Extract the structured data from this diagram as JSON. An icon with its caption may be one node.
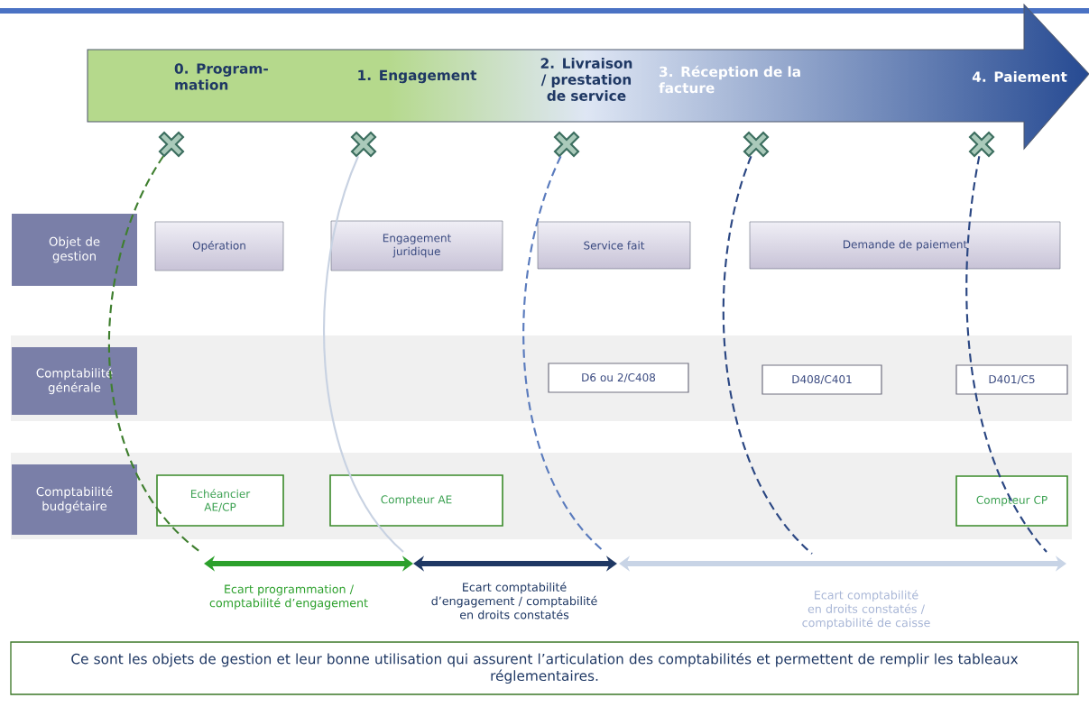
{
  "diagram": {
    "nodes": [
      {
        "text": [],
        "shape": "cross",
        "beside": [
          "0. Program- mation"
        ]
      },
      {
        "text": [],
        "shape": "cross",
        "beside": [
          "1. Engagement"
        ]
      },
      {
        "text": [],
        "shape": "cross",
        "beside": [
          "2. Livraison / prestation de service"
        ]
      },
      {
        "text": [],
        "shape": "cross",
        "beside": [
          "3. Réception de la facture"
        ]
      },
      {
        "text": [],
        "shape": "cross",
        "beside": [
          "4. Paiement"
        ]
      },
      {
        "text": [
          "Objet de gestion"
        ]
      },
      {
        "text": [
          "Opération"
        ]
      },
      {
        "text": [
          "Engagement juridique"
        ]
      },
      {
        "text": [
          "Service fait"
        ]
      },
      {
        "text": [
          "Demande de paiement"
        ]
      },
      {
        "text": [
          "Comptabilité générale"
        ]
      },
      {
        "text": [
          "D6 ou 2/C408"
        ]
      },
      {
        "text": [
          "D408/C401"
        ]
      },
      {
        "text": [
          "D401/C5"
        ]
      },
      {
        "text": [
          "Comptabilité budgétaire"
        ]
      },
      {
        "text": [
          "Echéancier AE/CP"
        ]
      },
      {
        "text": [
          "Compteur AE"
        ]
      },
      {
        "text": [
          "Compteur CP"
        ]
      },
      {
        "text": [
          "Ce sont les objets de gestion et leur bonne utilisation qui assurent l’articulation des comptabilités et permettent de remplir les tableaux réglementaires."
        ]
      }
    ],
    "edges": [
      {
        "from": 0,
        "to": null,
        "arrow": "none",
        "style": "dashed",
        "color": "#3f7f2f"
      },
      {
        "from": 1,
        "to": null,
        "arrow": "none",
        "color": "#c8d2e2"
      },
      {
        "from": 2,
        "to": null,
        "arrow": "none",
        "style": "dashed",
        "color": "#5a7bbd"
      },
      {
        "from": 3,
        "to": null,
        "arrow": "none",
        "style": "dashed",
        "color": "#2a4682"
      },
      {
        "from": 4,
        "to": null,
        "arrow": "none",
        "style": "dashed",
        "color": "#2a4682"
      }
    ],
    "labels": [
      "Ecart programmation / comptabilité d’engagement",
      "Ecart comptabilité d’engagement / comptabilité en droits constatés",
      "Ecart comptabilité en droits constatés / comptabilité de caisse"
    ]
  }
}
